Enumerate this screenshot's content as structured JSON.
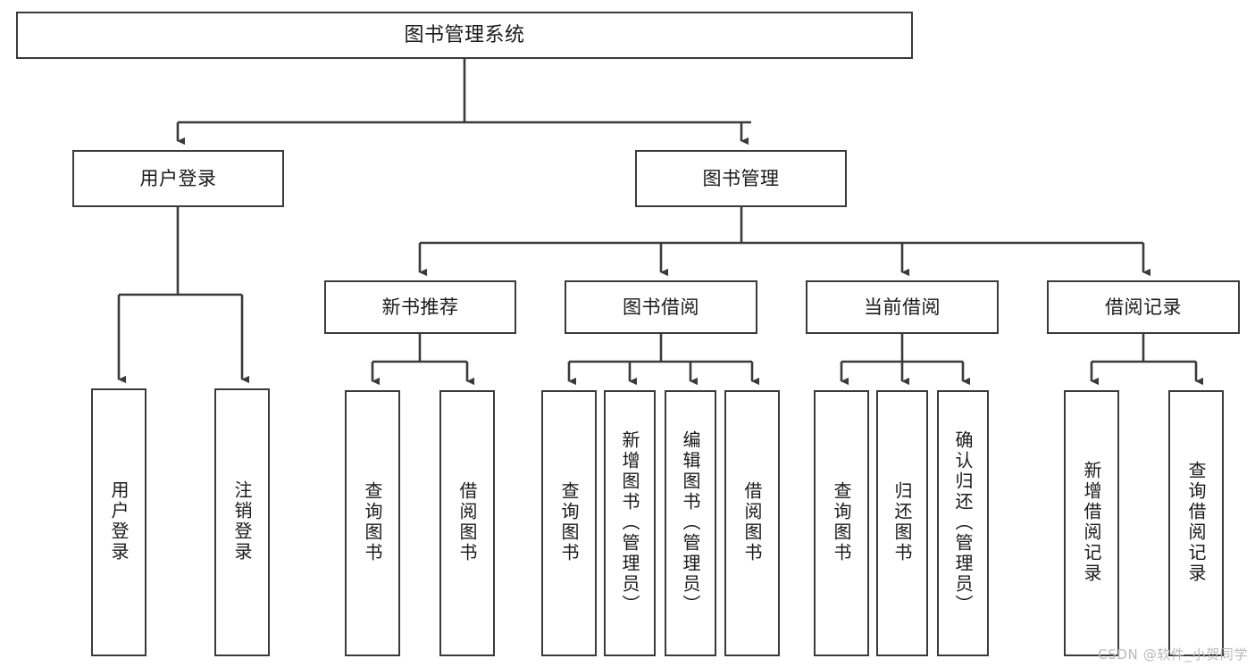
{
  "diagram": {
    "title": "图书管理系统",
    "type": "hierarchy-tree",
    "root": {
      "label": "图书管理系统"
    },
    "level2": [
      {
        "label": "用户登录"
      },
      {
        "label": "图书管理"
      }
    ],
    "level3": [
      {
        "label": "新书推荐"
      },
      {
        "label": "图书借阅"
      },
      {
        "label": "当前借阅"
      },
      {
        "label": "借阅记录"
      }
    ],
    "leaves": {
      "user_login": [
        {
          "label": "用户登录"
        },
        {
          "label": "注销登录"
        }
      ],
      "new_book_recommend": [
        {
          "label": "查询图书"
        },
        {
          "label": "借阅图书"
        }
      ],
      "book_borrow": [
        {
          "label": "查询图书"
        },
        {
          "label": "新增图书（管理员）"
        },
        {
          "label": "编辑图书（管理员）"
        },
        {
          "label": "借阅图书"
        }
      ],
      "current_borrow": [
        {
          "label": "查询图书"
        },
        {
          "label": "归还图书"
        },
        {
          "label": "确认归还（管理员）"
        }
      ],
      "borrow_record": [
        {
          "label": "新增借阅记录"
        },
        {
          "label": "查询借阅记录"
        }
      ]
    },
    "colors": {
      "stroke": "#3a3a3a",
      "fill": "#ffffff",
      "text": "#1a1a1a",
      "watermark": "#b9b9b9"
    }
  },
  "watermark": {
    "text": "CSDN @软件_小贺同学"
  }
}
